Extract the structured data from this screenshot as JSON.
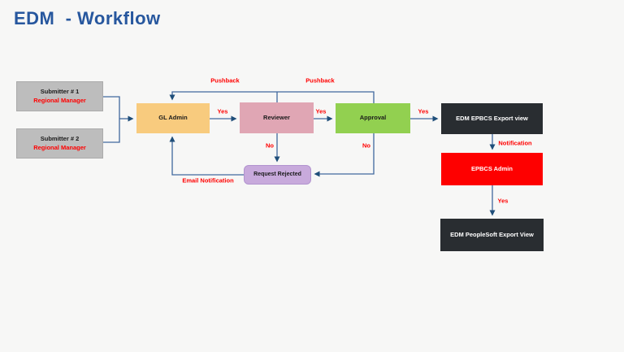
{
  "page": {
    "title": "EDM  - Workflow"
  },
  "colors": {
    "background": "#f7f7f6",
    "title_navy": "#27579e",
    "submitter_gray": "#bdbdbd",
    "gl_admin_orange": "#f8cb7e",
    "reviewer_pink": "#e0a6b4",
    "approval_green": "#92d050",
    "export_dark": "#292d31",
    "epbcs_admin_red": "#fe0000",
    "rejected_lavender": "#c8aadc",
    "connector_blue": "#41689e",
    "edge_label_red": "#ff0000"
  },
  "diagram": {
    "nodes": {
      "submitter1": {
        "line1": "Submitter # 1",
        "line2": "Regional Manager"
      },
      "submitter2": {
        "line1": "Submitter # 2",
        "line2": "Regional Manager"
      },
      "gl_admin": {
        "label": "GL Admin"
      },
      "reviewer": {
        "label": "Reviewer"
      },
      "approval": {
        "label": "Approval"
      },
      "edm_epbcs_export": {
        "label": "EDM EPBCS Export view"
      },
      "epbcs_admin": {
        "label": "EPBCS Admin"
      },
      "edm_peoplesoft_export": {
        "label": "EDM PeopleSoft Export View"
      },
      "request_rejected": {
        "label": "Request Rejected"
      }
    },
    "edge_labels": {
      "pushback_reviewer_to_gladmin": "Pushback",
      "pushback_approval_to_reviewer": "Pushback",
      "yes_gladmin_to_reviewer": "Yes",
      "yes_reviewer_to_approval": "Yes",
      "yes_approval_to_export": "Yes",
      "no_reviewer": "No",
      "no_approval": "No",
      "email_notification": "Email Notification",
      "notification": "Notification",
      "yes_admin_to_peoplesoft": "Yes"
    }
  }
}
